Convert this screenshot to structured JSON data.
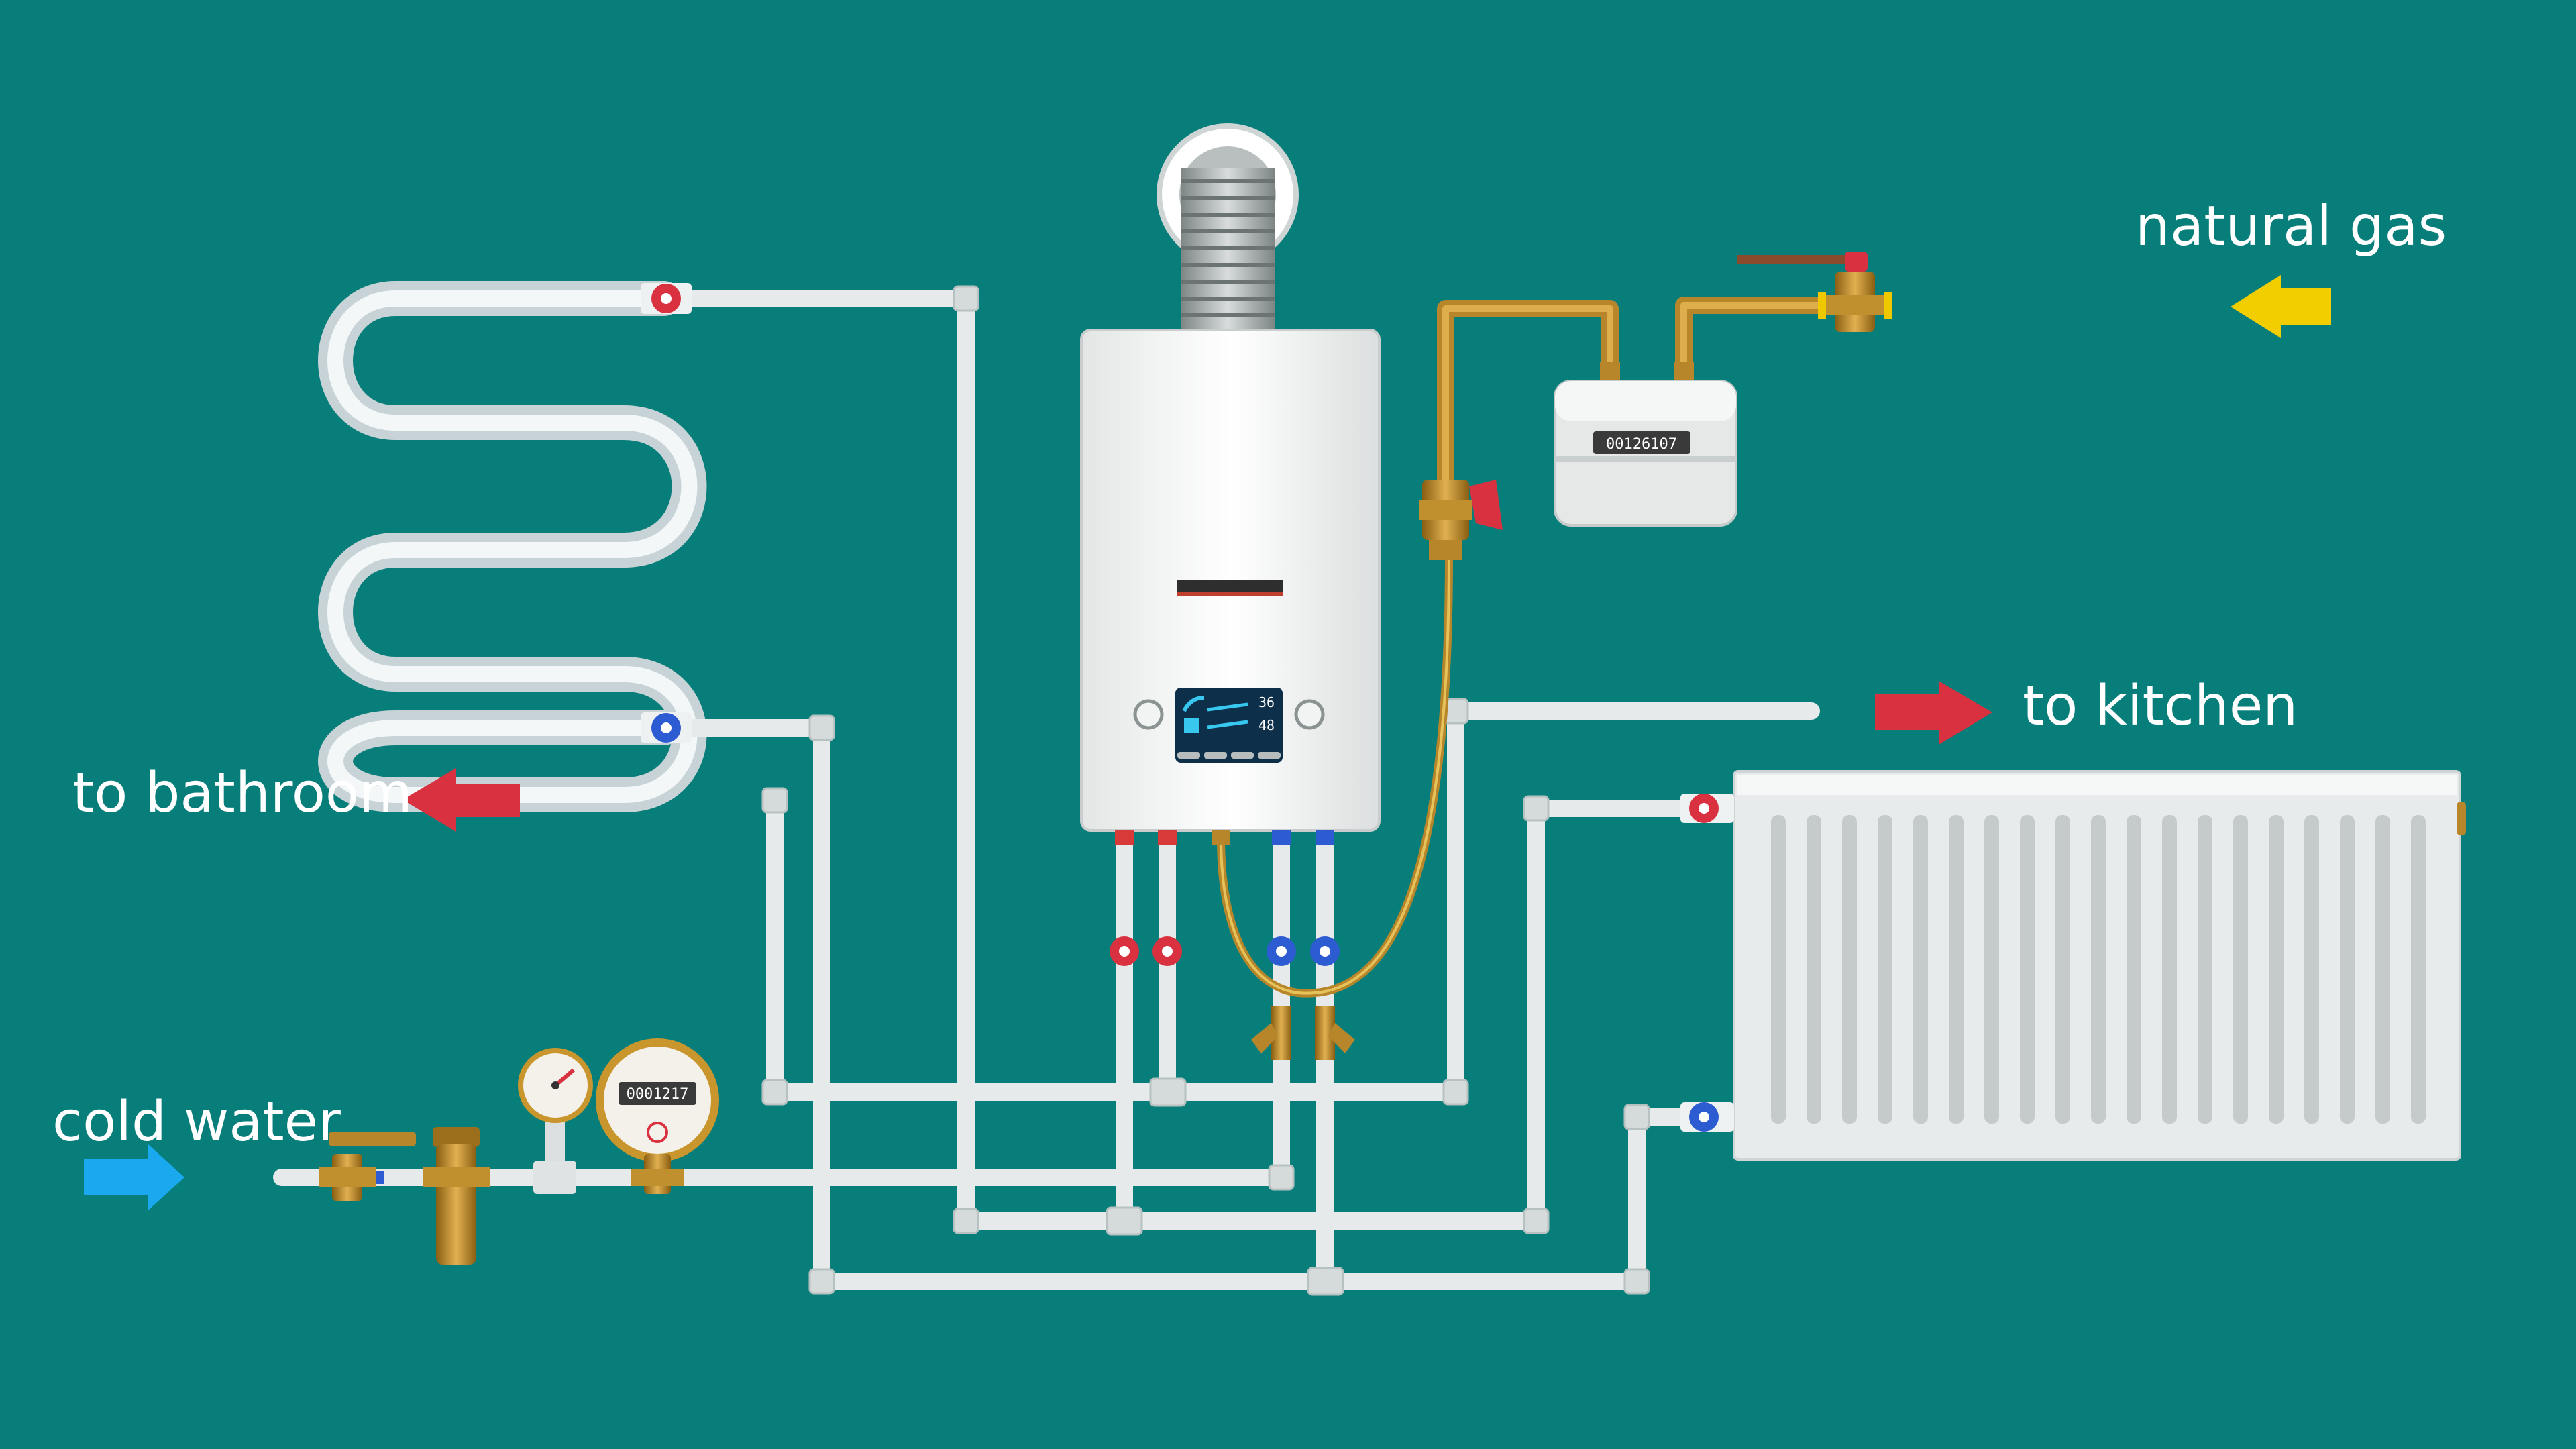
{
  "labels": {
    "natural_gas": "natural gas",
    "to_kitchen": "to kitchen",
    "to_bathroom": "to bathroom",
    "cold_water": "cold water"
  },
  "boiler_display": {
    "value_top": "36",
    "value_bottom": "48"
  },
  "gas_meter_reading": "00126107",
  "water_meter_reading": "0001217",
  "colors": {
    "background": "#087e7a",
    "hot_arrow": "#d9313f",
    "cold_arrow": "#1aa8ee",
    "gas_arrow": "#f2cd00",
    "pipe": "#e6eaea",
    "gas_pipe": "#c79a2e",
    "brass": "#b8862a"
  }
}
